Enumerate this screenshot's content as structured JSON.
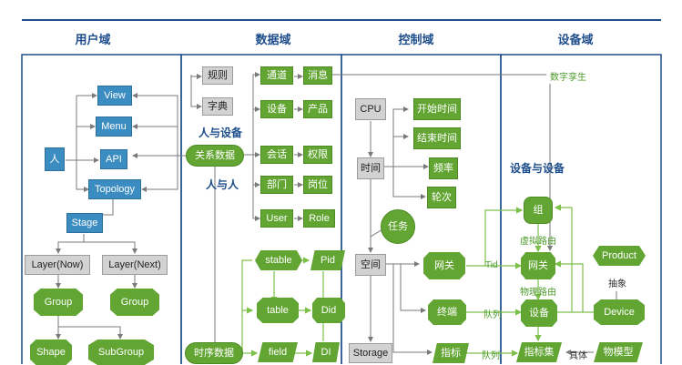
{
  "headers": [
    "用户域",
    "数据域",
    "控制域",
    "设备域"
  ],
  "user_domain": {
    "person": "人",
    "view": "View",
    "menu": "Menu",
    "api": "API",
    "topology": "Topology",
    "stage": "Stage",
    "layer_now": "Layer(Now)",
    "layer_next": "Layer(Next)",
    "group1": "Group",
    "group2": "Group",
    "shape": "Shape",
    "subgroup": "SubGroup"
  },
  "data_domain": {
    "rule": "规则",
    "dictionary": "字典",
    "person_device": "人与设备",
    "relation_data": "关系数据",
    "person_person": "人与人",
    "channel": "通道",
    "message": "消息",
    "device": "设备",
    "product": "产品",
    "session": "会话",
    "permission": "权限",
    "department": "部门",
    "post": "岗位",
    "user": "User",
    "role": "Role",
    "timeseries": "时序数据",
    "stable": "stable",
    "pid": "Pid",
    "table": "table",
    "did": "Did",
    "field": "field",
    "di": "DI"
  },
  "control_domain": {
    "cpu": "CPU",
    "start_time": "开始时间",
    "end_time": "结束时间",
    "time": "时间",
    "frequency": "频率",
    "rounds": "轮次",
    "task": "任务",
    "space": "空间",
    "gateway": "网关",
    "terminal": "终端",
    "storage": "Storage",
    "indicator": "指标"
  },
  "device_domain": {
    "digital_twin": "数字孪生",
    "device_device": "设备与设备",
    "group": "组",
    "virtual_routing": "虚拟路由",
    "gateway": "网关",
    "physical_routing": "物理路由",
    "device": "设备",
    "indicator_set": "指标集",
    "product": "Product",
    "abstract": "抽象",
    "device_en": "Device",
    "concrete": "具体",
    "object_model": "物模型",
    "tid": "Tid",
    "queue1": "队列",
    "queue2": "队列"
  },
  "colors": {
    "blue": "#3b8cc0",
    "green": "#62a533",
    "gray": "#d2d2d2",
    "frame": "#1f4e8c",
    "line": "#7a7a7a",
    "green_line": "#7cc04a"
  }
}
